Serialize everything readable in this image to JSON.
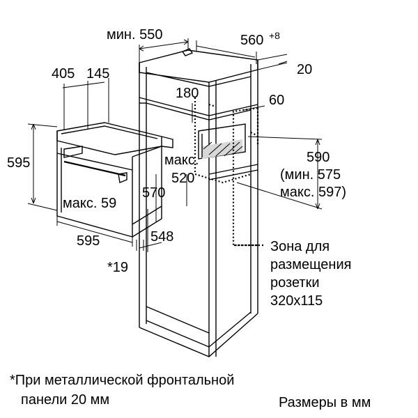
{
  "dimensions": {
    "min_550": "мин. 550",
    "d_560": "560",
    "d_560_sup": "+8",
    "d_20": "20",
    "d_405": "405",
    "d_145": "145",
    "d_180": "180",
    "d_60": "60",
    "d_595_height": "595",
    "max_label": "макс.",
    "d_520": "520",
    "d_570": "570",
    "max_59": "макс. 59",
    "d_590": "590",
    "min_575": "(мин. 575",
    "max_597": "макс. 597)",
    "d_595_width": "595",
    "d_548": "548",
    "star_19": "*19"
  },
  "zone_label": {
    "line1": "Зона для",
    "line2": "размещения",
    "line3": "розетки",
    "line4": "320x115"
  },
  "footnote": {
    "line1": "*При металлической фронтальной",
    "line2": "панели 20 мм"
  },
  "units_note": "Размеры в мм"
}
